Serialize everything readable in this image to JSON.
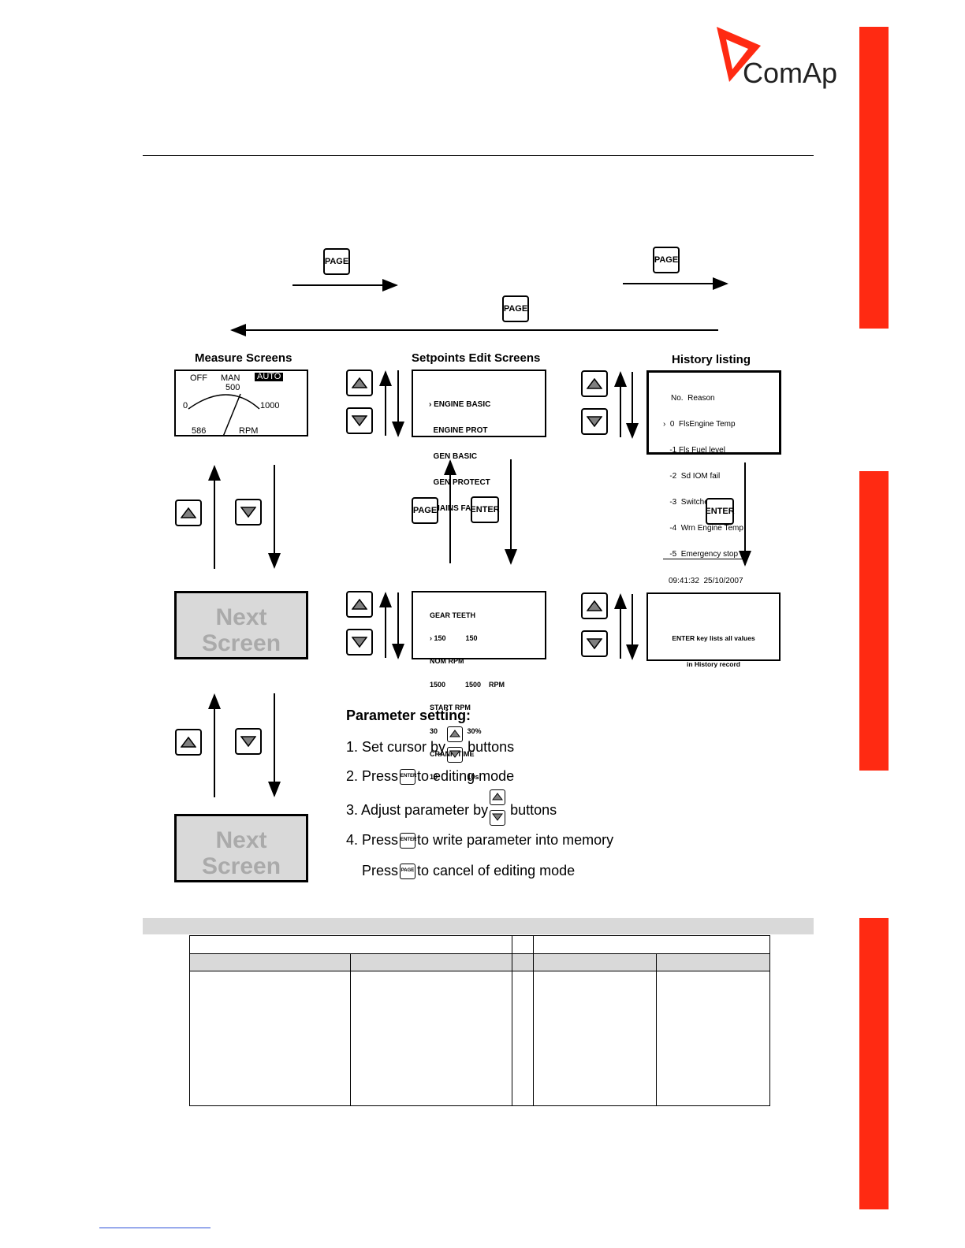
{
  "logo": {
    "text": "ComAp"
  },
  "buttons": {
    "page": "PAGE",
    "enter": "ENTER"
  },
  "captions": {
    "measure": "Measure Screens",
    "setpoints": "Setpoints Edit  Screens",
    "history": "History listing"
  },
  "measure_lcd": {
    "off": "OFF",
    "man": "MAN",
    "auto": "AUTO",
    "scale_mid": "500",
    "scale_min": "0",
    "scale_max": "1000",
    "value": "586",
    "unit": "RPM"
  },
  "setpoints_lcd": {
    "lines": [
      "› ENGINE BASIC",
      "  ENGINE PROT",
      "  GEN BASIC",
      "  GEN PROTECT",
      "  MAINS FAIL"
    ]
  },
  "history_lcd": {
    "lines": [
      "No.  Reason",
      "›  0  FlsEngine Temp",
      "   -1 Fls Fuel level",
      "   -2  Sd IOM fail",
      "   -3  Switched On",
      "   -4  Wrn Engine Temp",
      "   -5  Emergency stop",
      "09:41:32  25/10/2007"
    ]
  },
  "setpoint_detail_lcd": {
    "lines": [
      "GEAR TEETH",
      "› 150          150",
      "NOM RPM",
      "1500          1500    RPM",
      "START RPM",
      "30               30%",
      "CRANK TIME",
      "10               10s"
    ]
  },
  "history_detail_lcd": {
    "lines": [
      "ENTER key lists all values",
      "in History record"
    ]
  },
  "next_screen": "Next Screen",
  "instructions": {
    "title": "Parameter setting:",
    "step1_a": "1. Set cursor by",
    "step1_b": "buttons",
    "step2_a": "2. Press",
    "step2_b": "to editing mode",
    "step3_a": "3. Adjust parameter by",
    "step3_b": "buttons",
    "step4_a": "4. Press",
    "step4_b": "to write parameter into memory",
    "step5_a": "Press",
    "step5_b": "to cancel of editing mode"
  },
  "colors": {
    "accent": "#ff2a12",
    "gray": "#d9d9d9"
  }
}
